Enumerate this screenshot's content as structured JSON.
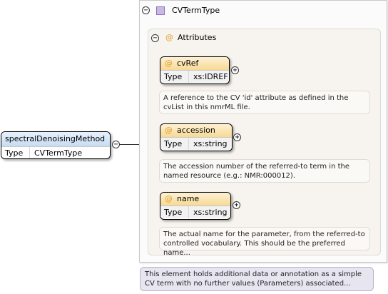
{
  "root_element": {
    "name": "spectralDenoisingMethod",
    "type_key": "Type",
    "type_value": "CVTermType"
  },
  "complex_type": {
    "name": "CVTermType",
    "attributes_label": "Attributes",
    "attributes": [
      {
        "name": "cvRef",
        "type_key": "Type",
        "type_value": "xs:IDREF",
        "doc": "A reference to the CV 'id' attribute as defined in the cvList in this nmrML file."
      },
      {
        "name": "accession",
        "type_key": "Type",
        "type_value": "xs:string",
        "doc": "The accession number of the referred-to term in the named resource (e.g.: NMR:000012)."
      },
      {
        "name": "name",
        "type_key": "Type",
        "type_value": "xs:string",
        "doc": "The actual name for the parameter, from the referred-to controlled vocabulary. This should be the preferred name..."
      }
    ],
    "doc": "This element holds additional data or annotation as a simple CV term with no further values (Parameters) associated..."
  },
  "icons": {
    "collapse": "collapse-icon",
    "expand": "expand-icon",
    "complex_type": "complex-type-icon",
    "attribute": "attribute-icon"
  },
  "colors": {
    "element_header": "#c6dcf3",
    "attribute_header": "#f7d993",
    "attribute_marker": "#e29b2b",
    "type_icon": "#c9b8e6",
    "doc_background": "#e7e5ef"
  }
}
